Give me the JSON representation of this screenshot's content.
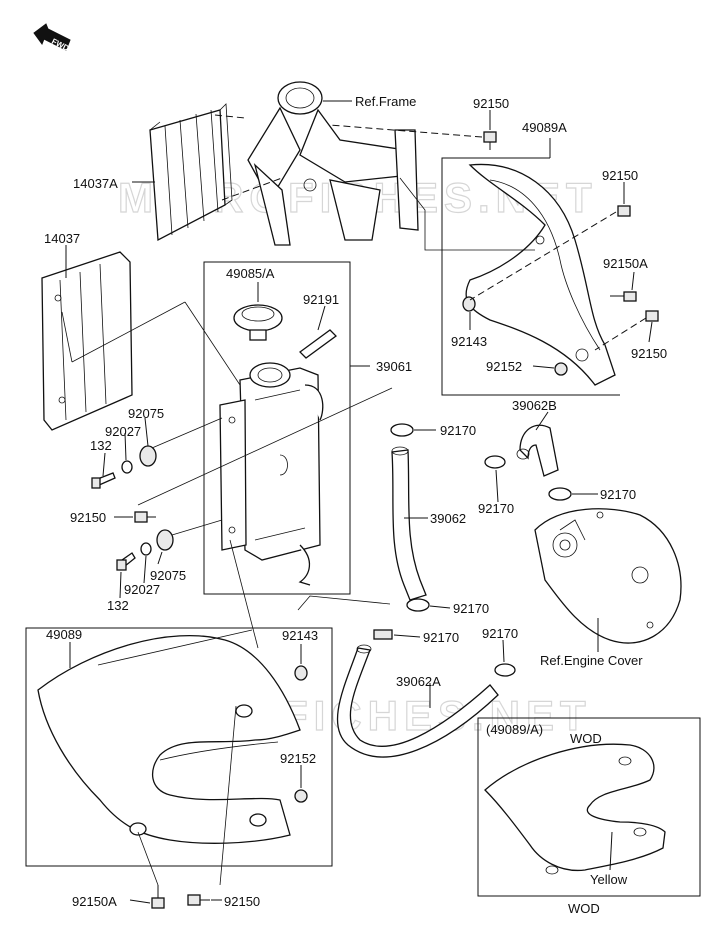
{
  "fwd_label": "FWD",
  "watermark": "MICROFICHES.NET",
  "callouts": {
    "ref_frame": "Ref.Frame",
    "p92150_top": "92150",
    "p49089A": "49089A",
    "p14037A": "14037A",
    "p92150_r1": "92150",
    "p14037": "14037",
    "p49085A": "49085/A",
    "p92191": "92191",
    "p92150A_r": "92150A",
    "p92143_r": "92143",
    "p92150_r2": "92150",
    "p39061": "39061",
    "p92152_r": "92152",
    "p92075_u": "92075",
    "p92027_u": "92027",
    "p132_u": "132",
    "p39062B": "39062B",
    "p92170_a": "92170",
    "p92170_b": "92170",
    "p92170_c": "92170",
    "p92150_l": "92150",
    "p39062": "39062",
    "p92075_l": "92075",
    "p92027_l": "92027",
    "p132_l": "132",
    "p92170_d": "92170",
    "p49089": "49089",
    "p92143_l": "92143",
    "p92170_e": "92170",
    "ref_engine_cover": "Ref.Engine Cover",
    "p92170_f": "92170",
    "p39062A": "39062A",
    "p49089A_inset": "(49089/A)",
    "wod_top": "WOD",
    "p92152_l": "92152",
    "yellow": "Yellow",
    "p92150A_b": "92150A",
    "p92150_b": "92150",
    "wod_bottom": "WOD"
  }
}
